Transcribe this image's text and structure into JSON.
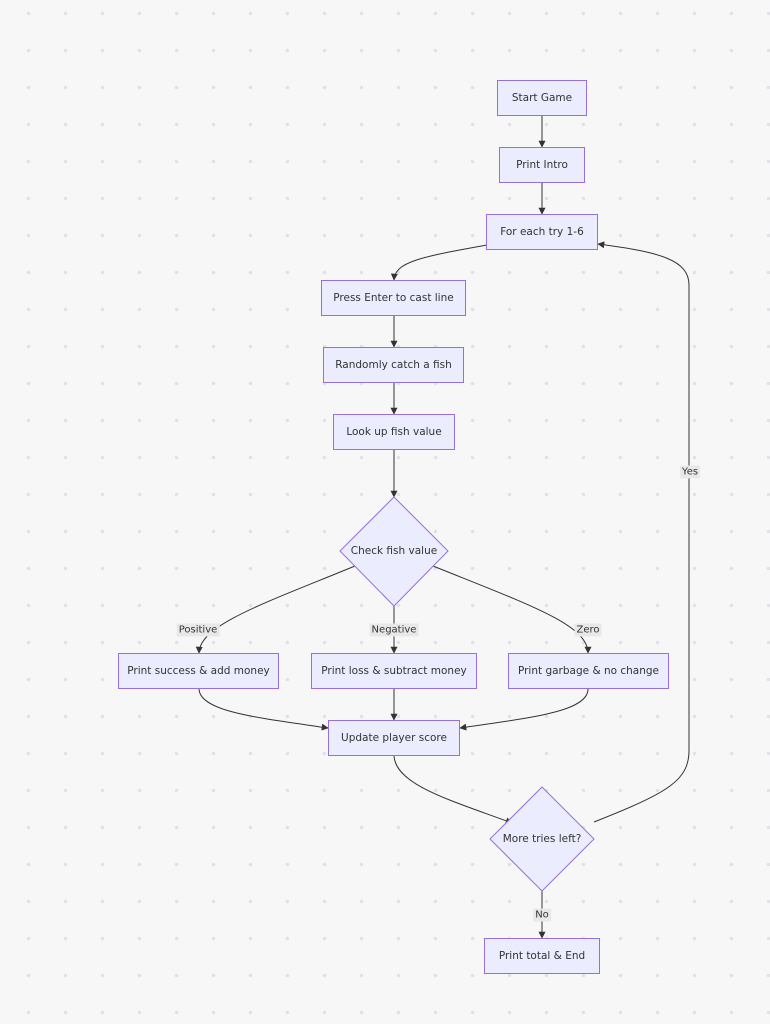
{
  "nodes": {
    "start_game": "Start Game",
    "print_intro": "Print Intro",
    "for_each_try": "For each try 1-6",
    "press_enter": "Press Enter to cast line",
    "randomly_catch": "Randomly catch a fish",
    "look_up_value": "Look up fish value",
    "check_fish_value": "Check fish value",
    "print_success": "Print success & add money",
    "print_loss": "Print loss & subtract money",
    "print_garbage": "Print garbage & no change",
    "update_score": "Update player score",
    "more_tries_left": "More tries left?",
    "print_total_end": "Print total & End"
  },
  "edge_labels": {
    "positive": "Positive",
    "negative": "Negative",
    "zero": "Zero",
    "yes": "Yes",
    "no": "No"
  },
  "colors": {
    "node_fill": "#ECECFF",
    "node_border": "#9370DB",
    "edge": "#333333",
    "label_bg": "#e8e8e8"
  }
}
